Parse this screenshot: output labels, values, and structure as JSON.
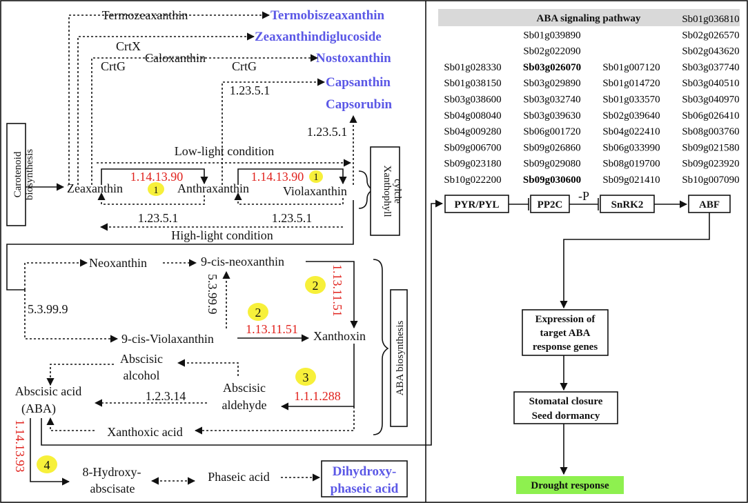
{
  "left": {
    "products": {
      "termobis": "Termobiszeaxanthin",
      "zeaxanthindiglu": "Zeaxanthindiglucoside",
      "nostoxanthin": "Nostoxanthin",
      "capsanthin": "Capsanthin",
      "capsorubin": "Capsorubin",
      "dihydroxy_line1": "Dihydroxy-",
      "dihydroxy_line2": "phaseic acid"
    },
    "compounds": {
      "termozeaxanthin": "Termozeaxanthin",
      "caloxanthin": "Caloxanthin",
      "zeaxanthin": "Zeaxanthin",
      "anthraxanthin": "Anthraxanthin",
      "violaxanthin": "Violaxanthin",
      "neoxanthin": "Neoxanthin",
      "cis_neoxanthin": "9-cis-neoxanthin",
      "cis_violaxanthin": "9-cis-Violaxanthin",
      "xanthoxin": "Xanthoxin",
      "abscisic_alcohol_1": "Abscisic",
      "abscisic_alcohol_2": "alcohol",
      "abscisic_aldehyde_1": "Abscisic",
      "abscisic_aldehyde_2": "aldehyde",
      "aba_1": "Abscisic acid",
      "aba_2": "(ABA)",
      "xanthoxic_acid": "Xanthoxic acid",
      "hydroxy_1": "8-Hydroxy-",
      "hydroxy_2": "abscisate",
      "phaseic_acid": "Phaseic acid"
    },
    "enzymes": {
      "crtx": "CrtX",
      "crtg1": "CrtG",
      "crtg2": "CrtG",
      "e1235_a": "1.23.5.1",
      "e1235_b": "1.23.5.1",
      "e1235_c": "1.23.5.1",
      "e1235_d": "1.23.5.1",
      "e5399_a": "5.3.99.9",
      "e5399_b": "5.3.99.9",
      "e12314": "1.2.3.14"
    },
    "red_enzymes": {
      "e1141390_a": "1.14.13.90",
      "e1141390_b": "1.14.13.90",
      "e1131151_a": "1.13.11.51",
      "e1131151_b": "1.13.11.51",
      "e111288": "1.1.1.288",
      "e1141393": "1.14.13.93"
    },
    "markers": {
      "m1a": "1",
      "m1b": "1",
      "m2a": "2",
      "m2b": "2",
      "m3": "3",
      "m4": "4"
    },
    "conditions": {
      "low": "Low-light condition",
      "high": "High-light condition"
    },
    "labels": {
      "carotenoid_1": "Carotenoid",
      "carotenoid_2": "biosynthesis",
      "xanthophyll_1": "Xanthophyll",
      "xanthophyll_2": "cylcle",
      "aba_biosynthesis": "ABA biosynthesis"
    }
  },
  "signaling": {
    "title": "ABA signaling pathway",
    "gene_columns": [
      [
        "Sb01g028330",
        "Sb01g038150",
        "Sb03g038600",
        "Sb04g008040",
        "Sb04g009280",
        "Sb09g006700",
        "Sb09g023180",
        "Sb10g022200"
      ],
      [
        "Sb01g039890",
        "Sb02g022090",
        "Sb03g026070",
        "Sb03g029890",
        "Sb03g032740",
        "Sb03g039630",
        "Sb06g001720",
        "Sb09g026860",
        "Sb09g029080",
        "Sb09g030600"
      ],
      [
        "Sb01g007120",
        "Sb01g014720",
        "Sb01g033570",
        "Sb02g039640",
        "Sb04g022410",
        "Sb06g033990",
        "Sb08g019700",
        "Sb09g021410"
      ],
      [
        "Sb01g036810",
        "Sb02g026570",
        "Sb02g043620",
        "Sb03g037740",
        "Sb03g040510",
        "Sb03g040970",
        "Sb06g026410",
        "Sb08g003760",
        "Sb09g021580",
        "Sb09g023920",
        "Sb10g007090"
      ]
    ],
    "bold_genes": [
      "Sb03g026070",
      "Sb09g030600"
    ],
    "nodes": {
      "pyr": "PYR/PYL",
      "pp2c": "PP2C",
      "p": "-P",
      "snrk2": "SnRK2",
      "abf": "ABF",
      "expr_1": "Expression of",
      "expr_2": "target ABA",
      "expr_3": "response genes",
      "stomatal": "Stomatal closure",
      "seed": "Seed dormancy",
      "drought": "Drought response"
    }
  },
  "colors": {
    "red": "#e0201b",
    "blue": "#5b58e6",
    "marker": "#f7f03a",
    "drought_bg": "#8ef04f",
    "title_bg": "#d9d9d9"
  }
}
